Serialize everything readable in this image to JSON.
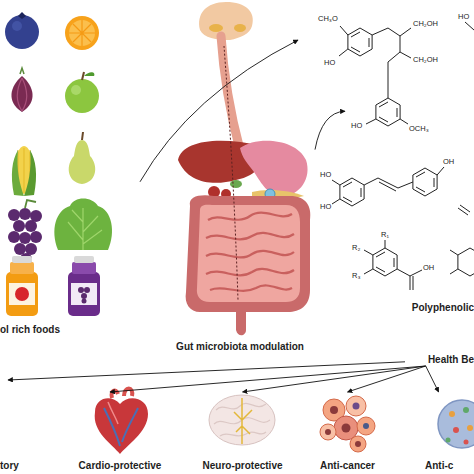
{
  "diagram": {
    "nodes": [
      {
        "text": [
          "ol rich foods"
        ]
      },
      {
        "text": [
          "Gut microbiota modulation"
        ]
      },
      {
        "text": [
          "Polyphenolic"
        ]
      },
      {
        "text": [
          "Health Be"
        ]
      },
      {
        "text": [
          "tory"
        ]
      },
      {
        "text": [
          "Cardio-protective"
        ]
      },
      {
        "text": [
          "Neuro-protective"
        ]
      },
      {
        "text": [
          "Anti-cancer"
        ]
      },
      {
        "text": [
          "Anti-c"
        ]
      }
    ],
    "edges": [
      {
        "from": 0,
        "to": 1,
        "arrow": "to"
      },
      {
        "from": 1,
        "to": 2,
        "arrow": "to"
      },
      {
        "from": 3,
        "to": 4,
        "arrow": "to"
      },
      {
        "from": 3,
        "to": 5,
        "arrow": "to"
      },
      {
        "from": 3,
        "to": 6,
        "arrow": "to"
      },
      {
        "from": 3,
        "to": 7,
        "arrow": "to"
      },
      {
        "from": 3,
        "to": 8,
        "arrow": "to"
      }
    ],
    "labels": [
      "CH₃O",
      "HO",
      "CH₂OH",
      "CH₂OH",
      "HO",
      "OCH₃",
      "HO",
      "HO",
      "HO",
      "OH",
      "R₁",
      "R₂",
      "R₃",
      "OH"
    ]
  }
}
